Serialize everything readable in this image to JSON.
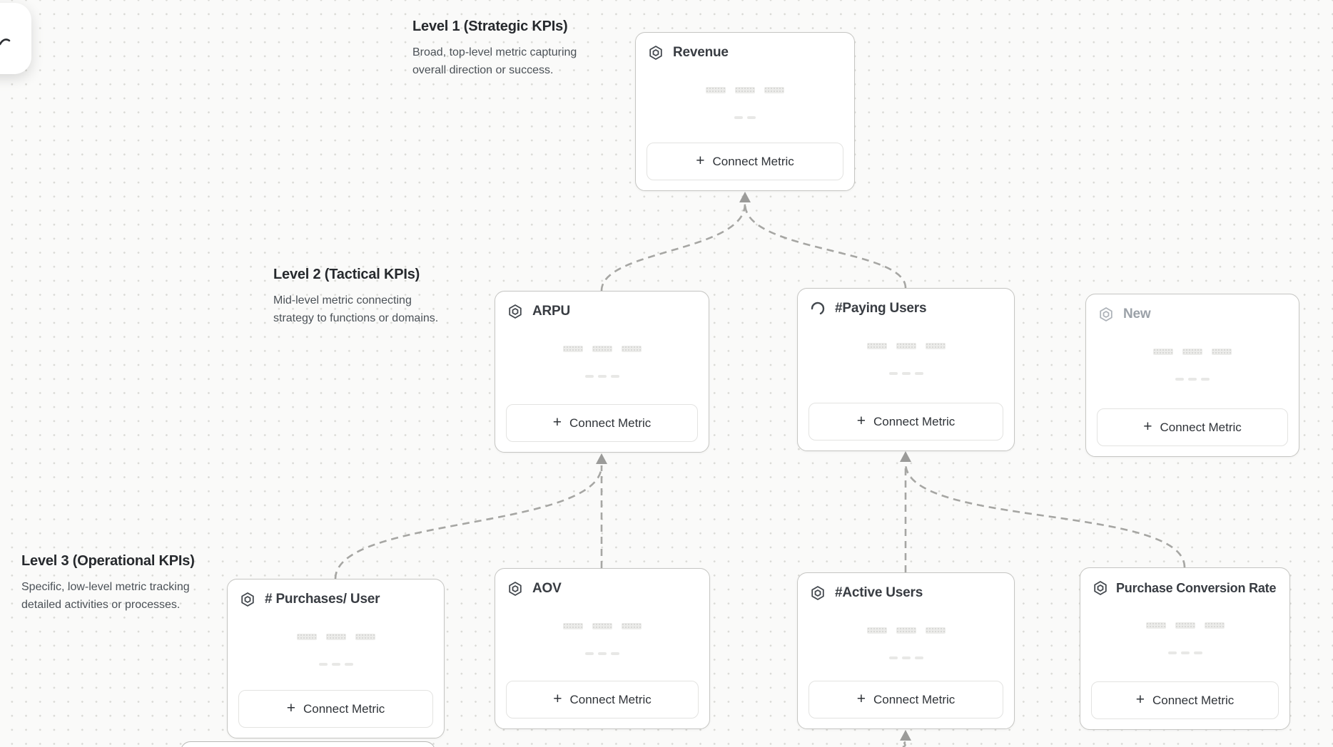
{
  "toolbar": {
    "corner_button_icon": "pen-stroke-icon"
  },
  "sections": [
    {
      "id": "level1",
      "title": "Level 1 (Strategic KPIs)",
      "description": "Broad, top-level metric capturing overall direction or success."
    },
    {
      "id": "level2",
      "title": "Level 2 (Tactical KPIs)",
      "description": "Mid-level metric connecting strategy to functions or domains."
    },
    {
      "id": "level3",
      "title": "Level 3 (Operational KPIs)",
      "description": "Specific, low-level metric tracking detailed activities or processes."
    }
  ],
  "nodes": [
    {
      "id": "revenue",
      "title": "Revenue",
      "icon": "hexagon-metric-icon",
      "state": "normal",
      "plus": "+",
      "button_label": "Connect Metric"
    },
    {
      "id": "arpu",
      "title": "ARPU",
      "icon": "hexagon-metric-icon",
      "state": "normal",
      "plus": "+",
      "button_label": "Connect Metric"
    },
    {
      "id": "paying-users",
      "title": "#Paying Users",
      "icon": "loading-spinner-icon",
      "state": "loading",
      "plus": "+",
      "button_label": "Connect Metric"
    },
    {
      "id": "new",
      "title": "New",
      "icon": "hexagon-metric-icon",
      "state": "draft",
      "plus": "+",
      "button_label": "Connect Metric"
    },
    {
      "id": "purchases-per-user",
      "title": "# Purchases/ User",
      "icon": "hexagon-metric-icon",
      "state": "normal",
      "plus": "+",
      "button_label": "Connect Metric"
    },
    {
      "id": "aov",
      "title": "AOV",
      "icon": "hexagon-metric-icon",
      "state": "normal",
      "plus": "+",
      "button_label": "Connect Metric"
    },
    {
      "id": "active-users",
      "title": "#Active Users",
      "icon": "hexagon-metric-icon",
      "state": "normal",
      "plus": "+",
      "button_label": "Connect Metric"
    },
    {
      "id": "purchase-conversion-rate",
      "title": "Purchase Conversion Rate",
      "icon": "hexagon-metric-icon",
      "state": "normal",
      "plus": "+",
      "button_label": "Connect Metric"
    }
  ],
  "edges": [
    {
      "from": "arpu",
      "to": "revenue"
    },
    {
      "from": "paying-users",
      "to": "revenue"
    },
    {
      "from": "purchases-per-user",
      "to": "arpu"
    },
    {
      "from": "aov",
      "to": "arpu"
    },
    {
      "from": "active-users",
      "to": "paying-users"
    },
    {
      "from": "purchase-conversion-rate",
      "to": "paying-users"
    },
    {
      "from": "offscreen-below",
      "to": "active-users"
    }
  ],
  "colors": {
    "canvas_bg": "#fafaf9",
    "grid_dot": "#d9d9d5",
    "card_border": "#c6c6c3",
    "edge": "#a6a6a3",
    "title_text": "#383c42",
    "muted_text": "#9ba1a8"
  }
}
